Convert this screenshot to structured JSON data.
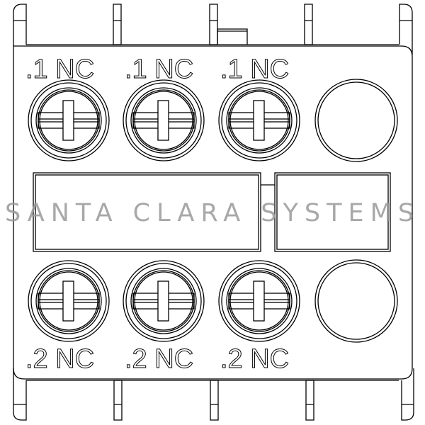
{
  "drawing": {
    "top_labels": [
      ".1 NC",
      ".1 NC",
      ".1 NC"
    ],
    "bottom_labels": [
      ".2 NC",
      ".2 NC",
      ".2 NC"
    ],
    "top_terminals": [
      "screw",
      "screw",
      "screw",
      "empty"
    ],
    "bottom_terminals": [
      "screw",
      "screw",
      "screw",
      "empty"
    ],
    "line_color": "#000000"
  },
  "watermark": "SANTA CLARA SYSTEMS"
}
